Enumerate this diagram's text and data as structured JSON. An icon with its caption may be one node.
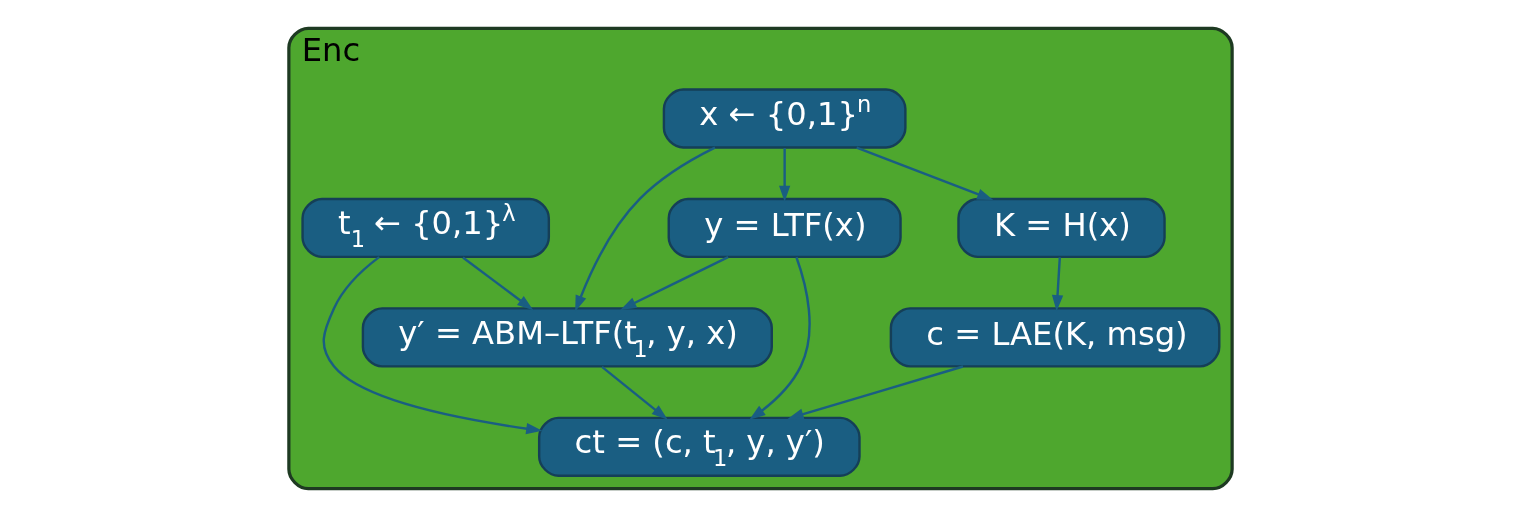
{
  "diagram": {
    "nodes": [
      {
        "text": [
          "Enc"
        ]
      },
      {
        "text": [
          "x ← {0,1}$^{n}$"
        ],
        "in": 0
      },
      {
        "text": [
          "t$_{1}$ ← {0,1}$^{λ}$"
        ],
        "in": 0
      },
      {
        "text": [
          "K = H(x)"
        ],
        "in": 0
      },
      {
        "text": [
          "y = LTF(x)"
        ],
        "in": 0
      },
      {
        "text": [
          "c = LAE(K, msg)"
        ],
        "in": 0
      },
      {
        "text": [
          "y′ = ABM–LTF(t$_{1}$, y, x)"
        ],
        "in": 0
      },
      {
        "text": [
          "ct = (c, t$_{1}$, y, y′)"
        ],
        "in": 0
      }
    ],
    "edges": [
      {
        "from": 1,
        "to": 3,
        "arrow": "to"
      },
      {
        "from": 1,
        "to": 4,
        "arrow": "to"
      },
      {
        "from": 1,
        "to": 6,
        "arrow": "to"
      },
      {
        "from": 2,
        "to": 6,
        "arrow": "to"
      },
      {
        "from": 2,
        "to": 7,
        "arrow": "to"
      },
      {
        "from": 3,
        "to": 5,
        "arrow": "to"
      },
      {
        "from": 4,
        "to": 6,
        "arrow": "to"
      },
      {
        "from": 4,
        "to": 7,
        "arrow": "to"
      },
      {
        "from": 5,
        "to": 7,
        "arrow": "to"
      },
      {
        "from": 6,
        "to": 7,
        "arrow": "to"
      }
    ]
  }
}
